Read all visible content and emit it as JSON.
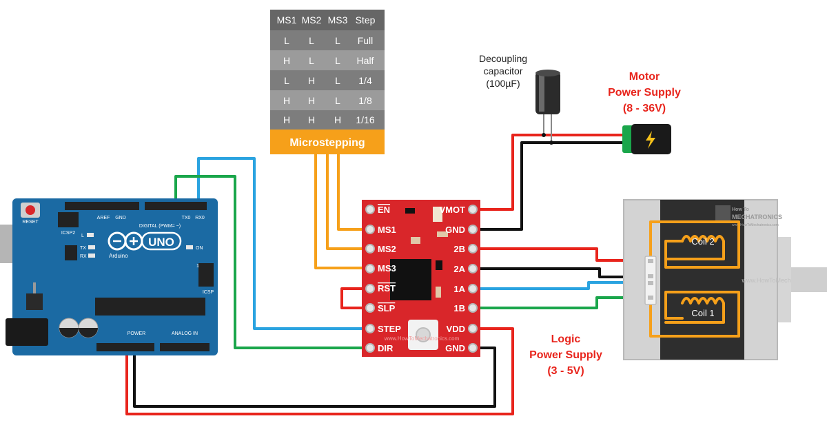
{
  "microstep_table": {
    "headers": [
      "MS1",
      "MS2",
      "MS3",
      "Step"
    ],
    "rows": [
      [
        "L",
        "L",
        "L",
        "Full"
      ],
      [
        "H",
        "L",
        "L",
        "Half"
      ],
      [
        "L",
        "H",
        "L",
        "1/4"
      ],
      [
        "H",
        "H",
        "L",
        "1/8"
      ],
      [
        "H",
        "H",
        "H",
        "1/16"
      ]
    ],
    "footer": "Microstepping",
    "colors": {
      "header_bg": "#666666",
      "row_dark": "#7d7d7d",
      "row_light": "#9b9b9b",
      "footer_bg": "#f6a01a"
    }
  },
  "capacitor": {
    "lines": [
      "Decoupling",
      "capacitor",
      "(100µF)"
    ]
  },
  "motor_supply": {
    "lines": [
      "Motor",
      "Power Supply",
      "(8 - 36V)"
    ]
  },
  "logic_supply": {
    "lines": [
      "Logic",
      "Power Supply",
      "(3 - 5V)"
    ]
  },
  "driver": {
    "left_pins": [
      "EN",
      "MS1",
      "MS2",
      "MS3",
      "RST",
      "SLP",
      "STEP",
      "DIR"
    ],
    "right_pins": [
      "VMOT",
      "GND",
      "2B",
      "2A",
      "1A",
      "1B",
      "VDD",
      "GND"
    ],
    "watermark": "www.HowToMechatronics.com",
    "board_color": "#d9262a"
  },
  "motor": {
    "coils": [
      "Coil 2",
      "Coil 1"
    ],
    "logo": [
      "How To",
      "MECHATRONICS",
      "www.HowToMechatronics.com"
    ],
    "watermark": "www.HowToMech"
  },
  "arduino": {
    "reset_label": "RESET",
    "icsp2": "ICSP2",
    "logo_text": "Arduino",
    "uno": "UNO",
    "on": "ON",
    "led_labels": [
      "L",
      "TX",
      "RX"
    ],
    "icsp": "ICSP",
    "digital": "DIGITAL (PWM= ~)",
    "power": "POWER",
    "analog": "ANALOG IN",
    "tx": "TX0",
    "rx": "RX0",
    "aref": "AREF",
    "gnd": "GND",
    "icsp_one": "1",
    "board_color": "#1b6aa3"
  },
  "wire_colors": {
    "red": "#e8241c",
    "black": "#111111",
    "blue": "#2aa3e0",
    "green": "#1aa64b",
    "orange": "#f6a01a"
  }
}
